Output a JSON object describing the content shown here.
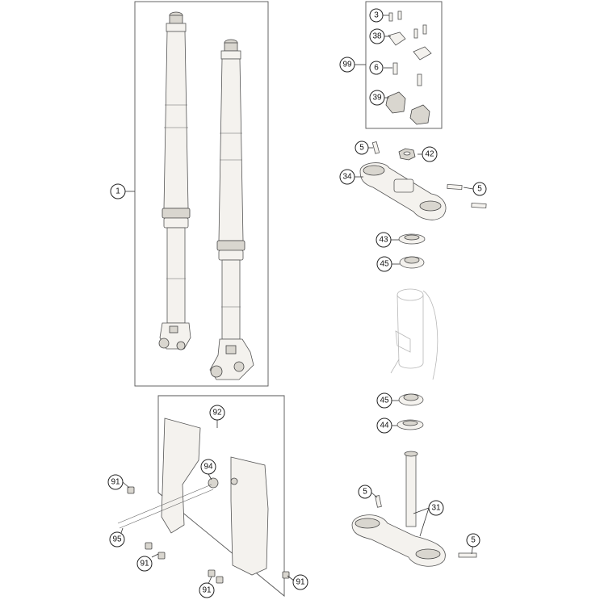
{
  "diagram": {
    "callouts": [
      {
        "id": "c1",
        "label": "1"
      },
      {
        "id": "c3",
        "label": "3"
      },
      {
        "id": "c38",
        "label": "38"
      },
      {
        "id": "c99",
        "label": "99"
      },
      {
        "id": "c6",
        "label": "6"
      },
      {
        "id": "c39",
        "label": "39"
      },
      {
        "id": "c5a",
        "label": "5"
      },
      {
        "id": "c42",
        "label": "42"
      },
      {
        "id": "c34",
        "label": "34"
      },
      {
        "id": "c5b",
        "label": "5"
      },
      {
        "id": "c43",
        "label": "43"
      },
      {
        "id": "c45a",
        "label": "45"
      },
      {
        "id": "c45b",
        "label": "45"
      },
      {
        "id": "c44",
        "label": "44"
      },
      {
        "id": "c92",
        "label": "92"
      },
      {
        "id": "c94",
        "label": "94"
      },
      {
        "id": "c91a",
        "label": "91"
      },
      {
        "id": "c95",
        "label": "95"
      },
      {
        "id": "c91b",
        "label": "91"
      },
      {
        "id": "c5c",
        "label": "5"
      },
      {
        "id": "c31",
        "label": "31"
      },
      {
        "id": "c5d",
        "label": "5"
      },
      {
        "id": "c91c",
        "label": "91"
      },
      {
        "id": "c91d",
        "label": "91"
      }
    ]
  }
}
